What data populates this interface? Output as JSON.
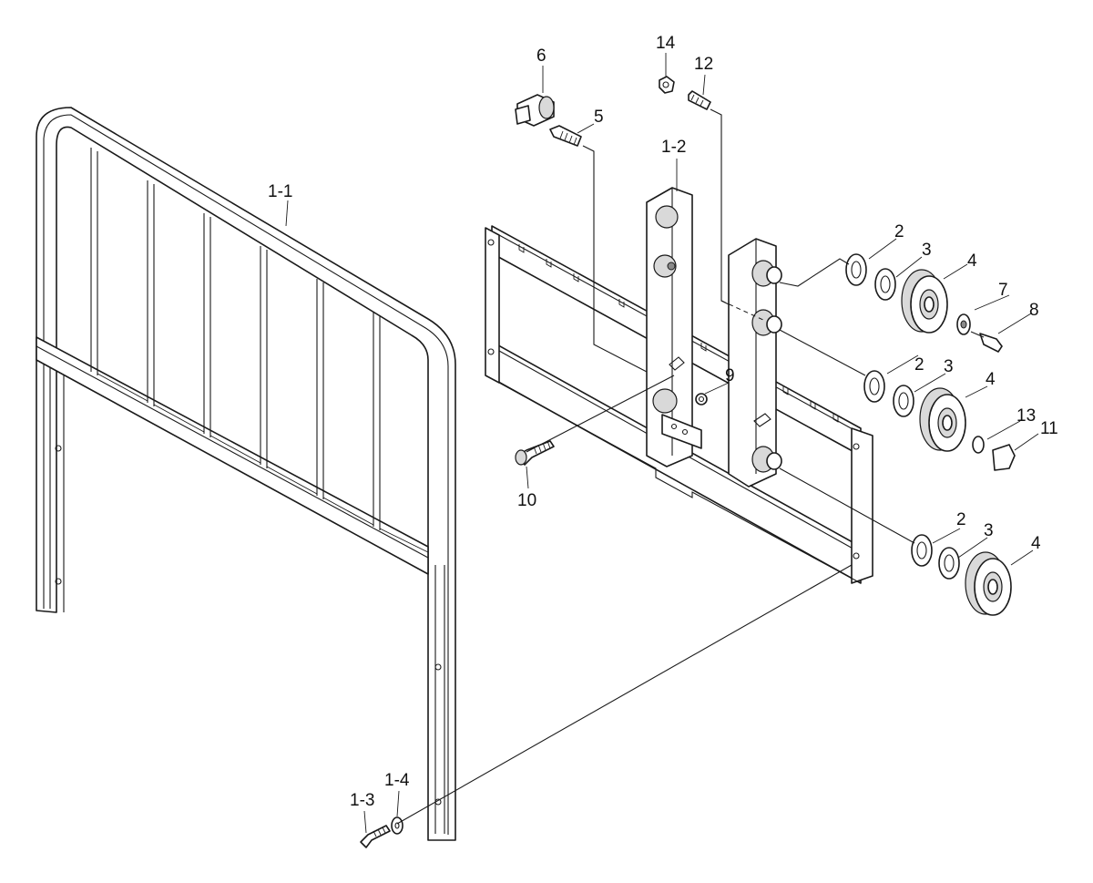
{
  "callouts": {
    "p1_1": "1-1",
    "p1_2": "1-2",
    "p1_3": "1-3",
    "p1_4": "1-4",
    "p2": "2",
    "p3": "3",
    "p4": "4",
    "p5": "5",
    "p6": "6",
    "p7": "7",
    "p8": "8",
    "p9": "9",
    "p10": "10",
    "p11": "11",
    "p12": "12",
    "p13": "13",
    "p14": "14"
  }
}
